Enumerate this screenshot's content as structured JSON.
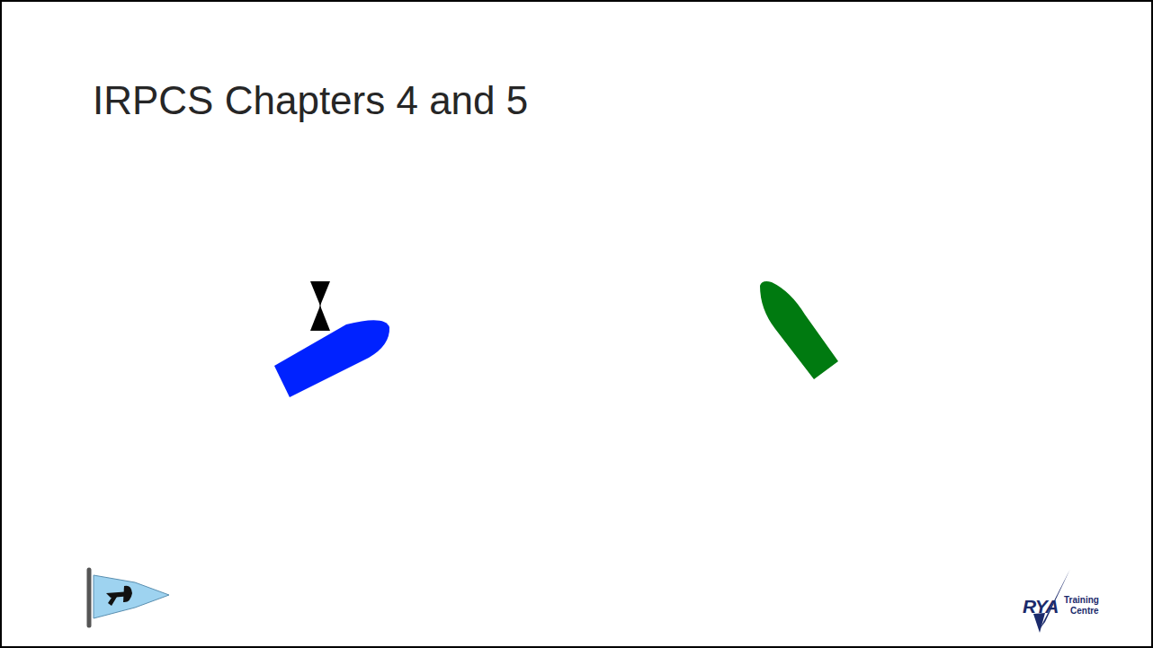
{
  "diagram": {
    "title": "IRPCS Chapters 4 and 5",
    "labels": [
      "RYA",
      "Training",
      "Centre"
    ]
  }
}
